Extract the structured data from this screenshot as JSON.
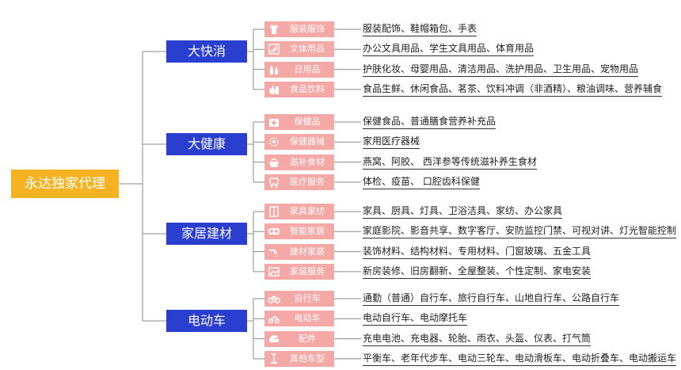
{
  "root": {
    "label": "永达独家代理"
  },
  "colors": {
    "root": "#f5b323",
    "category": "#2a3fcf",
    "sub": "#f4a9a6",
    "line": "#8a8a8a"
  },
  "categories": [
    {
      "label": "大快消",
      "items": [
        {
          "label": "服装服饰",
          "icon": "shirt-icon",
          "desc": "服装配饰、鞋帽箱包、手表"
        },
        {
          "label": "文体用品",
          "icon": "stationery-icon",
          "desc": "办公文具用品、学生文具用品、体育用品"
        },
        {
          "label": "日用品",
          "icon": "bottles-icon",
          "desc": "护肤化妆、母婴用品、清洁用品、洗护用品、卫生用品、宠物用品"
        },
        {
          "label": "食品饮料",
          "icon": "apple-drink-icon",
          "desc": "食品生鲜、休闲食品、茗茶、饮料冲调（非酒精）、粮油调味、营养辅食"
        }
      ]
    },
    {
      "label": "大健康",
      "items": [
        {
          "label": "保健品",
          "icon": "medkit-icon",
          "desc": "保健食品、普通膳食营养补充品"
        },
        {
          "label": "保健器械",
          "icon": "gear-icon",
          "desc": "家用医疗器械"
        },
        {
          "label": "滋补食材",
          "icon": "pot-icon",
          "desc": "燕窝、阿胶、 西洋参等传统滋补养生食材"
        },
        {
          "label": "医疗服务",
          "icon": "tooth-icon",
          "desc": "体检、疫苗、 口腔齿科保健"
        }
      ]
    },
    {
      "label": "家居建材",
      "items": [
        {
          "label": "家具家纺",
          "icon": "wardrobe-icon",
          "desc": "家具、厨具、灯具、卫浴洁具、家纺、办公家具"
        },
        {
          "label": "智能家居",
          "icon": "vr-icon",
          "desc": "家庭影院、影音共享、数字客厅、安防监控门禁、可视对讲、灯光智能控制"
        },
        {
          "label": "建材家装",
          "icon": "faucet-icon",
          "desc": "装饰材料、结构材料、专用材料、门窗玻璃、五金工具"
        },
        {
          "label": "家装服务",
          "icon": "picture-icon",
          "desc": "新房装修、旧房翻新、全屋整装、个性定制、家电安装"
        }
      ]
    },
    {
      "label": "电动车",
      "items": [
        {
          "label": "自行车",
          "icon": "bicycle-icon",
          "desc": "通勤（普通）自行车、旅行自行车、山地自行车、公路自行车"
        },
        {
          "label": "电动车",
          "icon": "ebike-icon",
          "desc": "电动自行车、电动摩托车"
        },
        {
          "label": "配件",
          "icon": "helmet-icon",
          "desc": "充电电池、充电器、轮胎、雨衣、头盔、仪表、打气筒"
        },
        {
          "label": "其他车型",
          "icon": "scooter-icon",
          "desc": "平衡车、老年代步车、电动三轮车、电动滑板车、电动折叠车、电动搬运车"
        }
      ]
    }
  ]
}
